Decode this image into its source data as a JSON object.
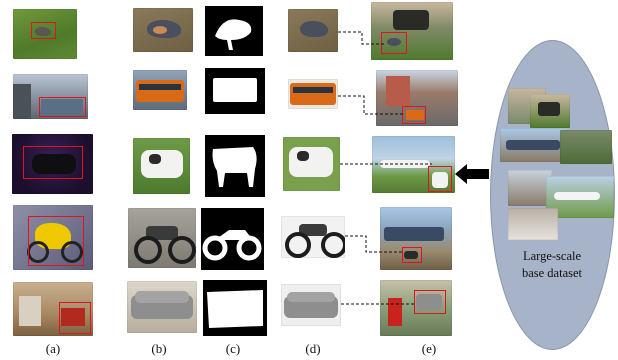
{
  "figure": {
    "column_labels": [
      "(a)",
      "(b)",
      "(c)",
      "(d)",
      "(e)"
    ],
    "dataset_label_line1": "Large-scale",
    "dataset_label_line2": "base dataset"
  },
  "rows": [
    {
      "object": "bird",
      "a_scene": "grass-field",
      "e_scene": "vintage-car-on-lawn"
    },
    {
      "object": "bus",
      "a_scene": "city-street",
      "e_scene": "street-with-buildings"
    },
    {
      "object": "cow",
      "a_scene": "dark-background",
      "e_scene": "airplane-on-field"
    },
    {
      "object": "motorcycle",
      "a_scene": "garage",
      "e_scene": "railway-train"
    },
    {
      "object": "sofa",
      "a_scene": "living-room",
      "e_scene": "indoor-corner-with-chair"
    }
  ],
  "colors": {
    "bbox": "#e0141e",
    "ellipse_fill": "#a7b3c8",
    "mask_fg": "#ffffff",
    "mask_bg": "#000000",
    "arrow": "#000000"
  }
}
